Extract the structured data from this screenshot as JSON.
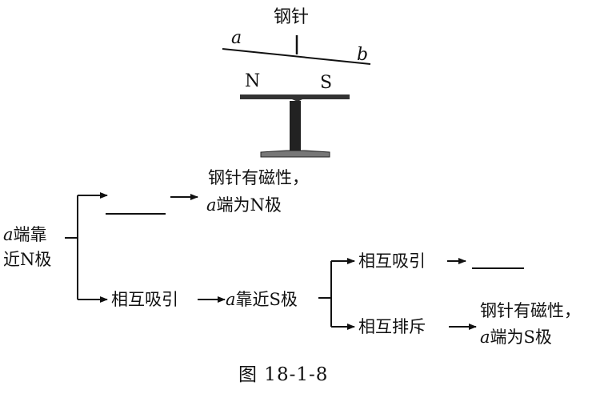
{
  "figure": {
    "needle_label": "钢针",
    "end_a": "a",
    "end_b": "b",
    "pole_n": "N",
    "pole_s": "S",
    "caption": "图 18-1-8"
  },
  "flow": {
    "start_line1_var": "a",
    "start_line1_rest": "端靠",
    "start_line2": "近N极",
    "result_top_line1": "钢针有磁性，",
    "result_top_line2_var": "a",
    "result_top_line2_rest": "端为N极",
    "attract": "相互吸引",
    "approach_s_var": "a",
    "approach_s_rest": "靠近S极",
    "attract2": "相互吸引",
    "repel": "相互排斥",
    "result_bottom_line1": "钢针有磁性，",
    "result_bottom_line2_var": "a",
    "result_bottom_line2_rest": "端为S极"
  }
}
